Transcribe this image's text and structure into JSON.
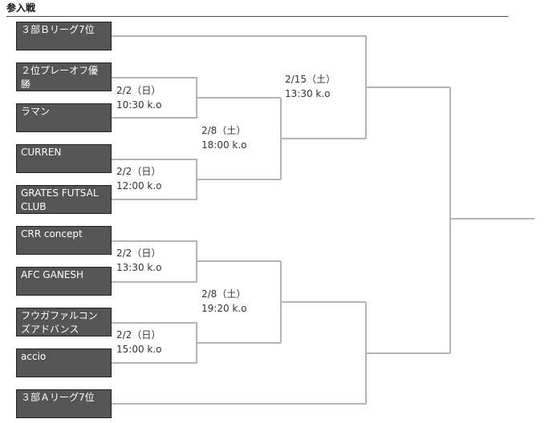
{
  "section": {
    "title": "参入戦"
  },
  "teams": [
    {
      "name": "３部Ｂリーグ7位"
    },
    {
      "name": "２位プレーオフ優勝"
    },
    {
      "name": "ラマン"
    },
    {
      "name": "CURREN"
    },
    {
      "name": "GRATES FUTSAL CLUB"
    },
    {
      "name": "CRR concept"
    },
    {
      "name": "AFC GANESH"
    },
    {
      "name": "フウガファルコンズアドバンス"
    },
    {
      "name": "accio"
    },
    {
      "name": "３部Ａリーグ7位"
    }
  ],
  "matches": {
    "r1_a": {
      "date": "2/2（日）",
      "time": "10:30 k.o"
    },
    "r1_b": {
      "date": "2/2（日）",
      "time": "12:00 k.o"
    },
    "r1_c": {
      "date": "2/2（日）",
      "time": "13:30 k.o"
    },
    "r1_d": {
      "date": "2/2（日）",
      "time": "15:00 k.o"
    },
    "r2_a": {
      "date": "2/8（土）",
      "time": "18:00 k.o"
    },
    "r2_b": {
      "date": "2/8（土）",
      "time": "19:20 k.o"
    },
    "r3_a": {
      "date": "2/15（土）",
      "time": "13:30 k.o"
    }
  },
  "colors": {
    "team_box": "#555555",
    "bracket_line": "#b4b4b4",
    "heading_rule": "#444444"
  }
}
